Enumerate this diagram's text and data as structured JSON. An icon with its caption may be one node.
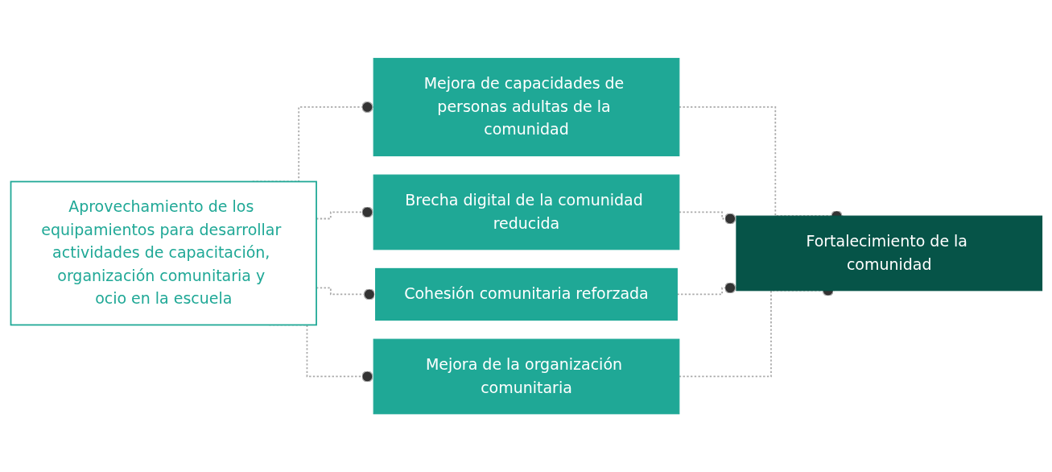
{
  "diagram": {
    "nodes": [
      {
        "text": [
          "Aprovechamiento de los equipamientos para desarrollar actividades de capacitación, organización comunitaria y ocio en la escuela"
        ]
      },
      {
        "text": [
          "Mejora de capacidades de personas adultas de la comunidad"
        ]
      },
      {
        "text": [
          "Brecha digital de la comunidad reducida"
        ]
      },
      {
        "text": [
          "Cohesión comunitaria reforzada"
        ]
      },
      {
        "text": [
          "Mejora de la organización comunitaria"
        ]
      },
      {
        "text": [
          "Fortalecimiento de la comunidad"
        ]
      }
    ],
    "edges": [
      {
        "from": 0,
        "to": 1,
        "arrow": "other",
        "style": "dashed"
      },
      {
        "from": 0,
        "to": 2,
        "arrow": "other",
        "style": "dashed"
      },
      {
        "from": 0,
        "to": 3,
        "arrow": "other",
        "style": "dashed"
      },
      {
        "from": 0,
        "to": 4,
        "arrow": "other",
        "style": "dashed"
      },
      {
        "from": 1,
        "to": 5,
        "arrow": "other",
        "style": "dashed"
      },
      {
        "from": 2,
        "to": 5,
        "arrow": "other",
        "style": "dashed"
      },
      {
        "from": 3,
        "to": 5,
        "arrow": "other",
        "style": "dashed"
      },
      {
        "from": 4,
        "to": 5,
        "arrow": "other",
        "style": "dashed"
      }
    ]
  }
}
